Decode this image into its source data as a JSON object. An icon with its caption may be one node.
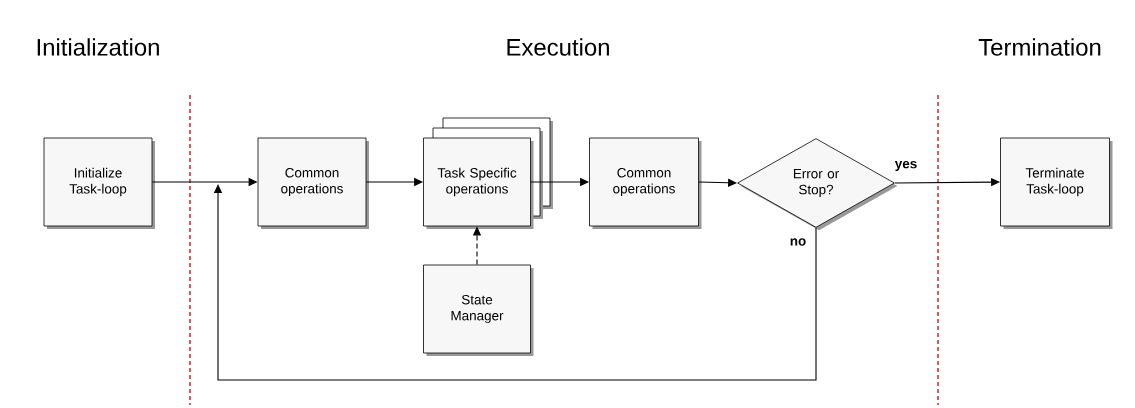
{
  "diagram": {
    "nodes": [
      {
        "text": [
          "Initialize Task-loop"
        ]
      },
      {
        "text": [
          "Common operations"
        ]
      },
      {
        "text": [
          "Task Specific operations"
        ]
      },
      {
        "text": [
          "State Manager"
        ]
      },
      {
        "text": [
          "Common operations"
        ]
      },
      {
        "text": [
          "Error or Stop?"
        ]
      },
      {
        "text": [
          "Terminate Task-loop"
        ]
      }
    ],
    "edges": [
      {
        "from": 0,
        "to": 1,
        "arrow": "to"
      },
      {
        "from": 1,
        "to": 2,
        "arrow": "to"
      },
      {
        "from": 3,
        "to": 2,
        "arrow": "to",
        "style": "dashed"
      },
      {
        "from": 2,
        "to": 4,
        "arrow": "to"
      },
      {
        "from": 4,
        "to": 5,
        "arrow": "to"
      },
      {
        "from": 5,
        "to": 6,
        "arrow": "to",
        "label": "yes"
      },
      {
        "from": 5,
        "to": 1,
        "arrow": "to",
        "label": "no"
      }
    ],
    "labels": [
      "Initialization",
      "Execution",
      "Termination"
    ]
  }
}
